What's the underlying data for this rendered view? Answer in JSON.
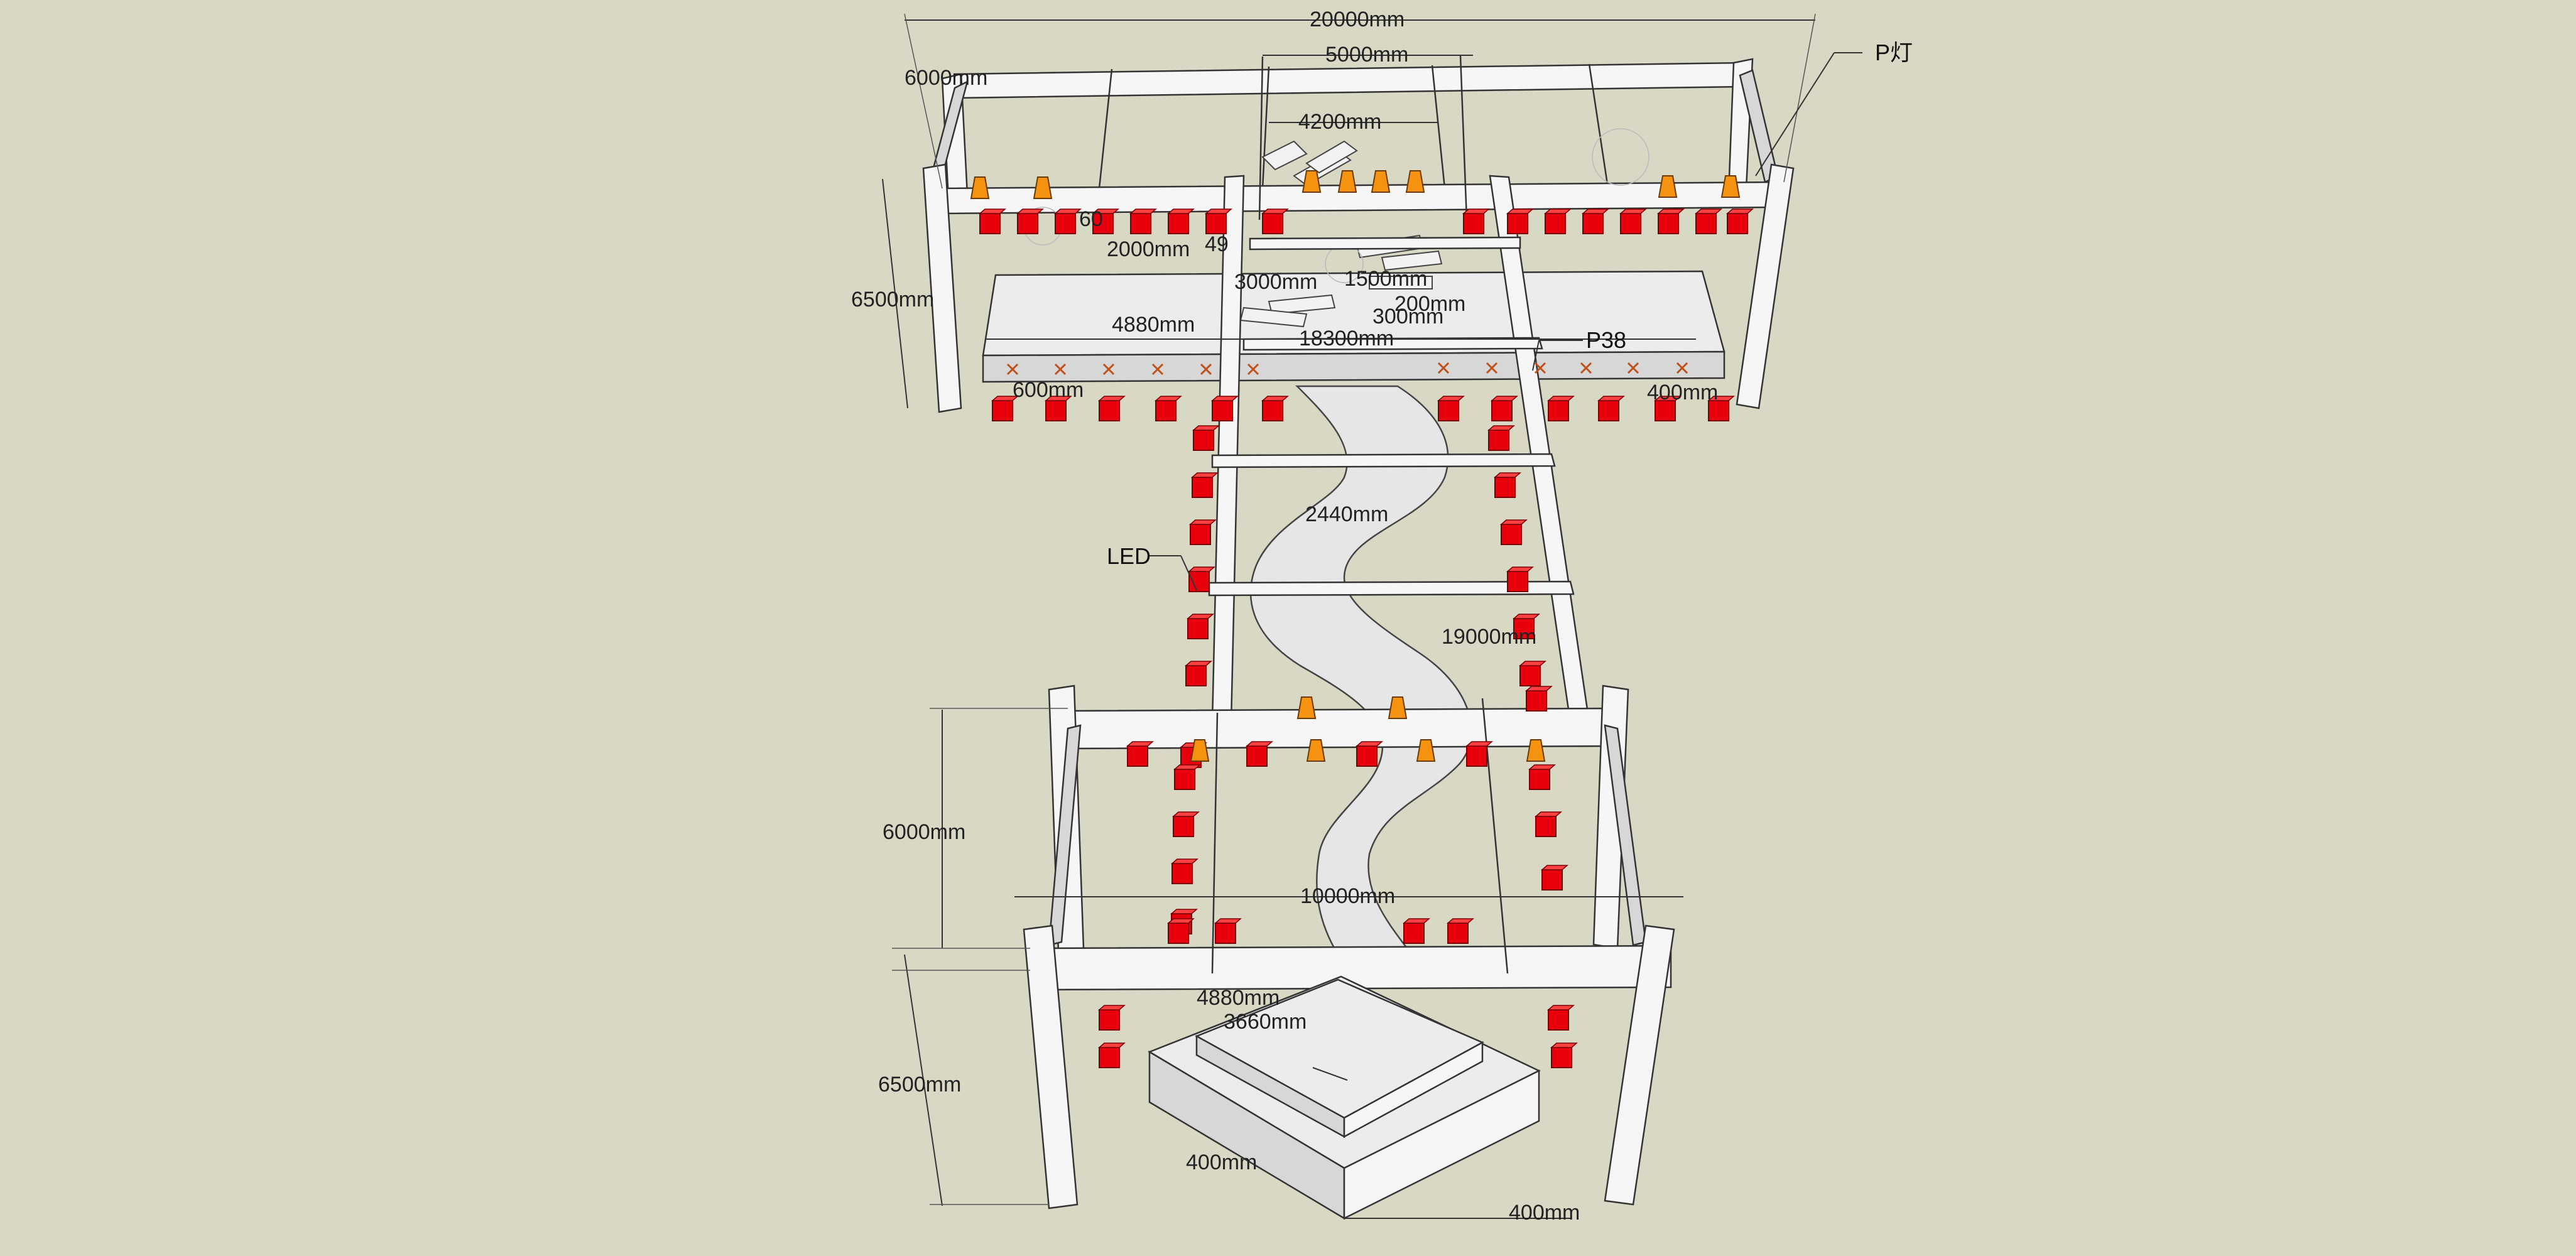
{
  "labels": {
    "total_width": "20000mm",
    "top_inner_width": "5000mm",
    "top_depth": "6000mm",
    "stair_width": "4200mm",
    "top_height": "6500mm",
    "spacing_a": "2000mm",
    "partial_a": "49",
    "partial_b": "60",
    "stage_width": "4880mm",
    "step_a": "3000mm",
    "step_b": "1500mm",
    "step_c": "200mm",
    "step_d": "300mm",
    "step_e": "18300mm",
    "edge_a": "600mm",
    "edge_b": "400mm",
    "ramp_width": "2440mm",
    "bridge_length": "19000mm",
    "bottom_depth": "6000mm",
    "bottom_width": "10000mm",
    "bottom_height": "6500mm",
    "base_outer": "4880mm",
    "base_inner": "3660mm",
    "base_step_left": "400mm",
    "base_step_right": "400mm"
  },
  "callouts": {
    "p_light": "P灯",
    "p38": "P38",
    "led": "LED"
  },
  "colors": {
    "background": "#d9d8c4",
    "led_red": "#e8000c",
    "par_orange": "#f5920f",
    "structure": "#f6f6f6"
  }
}
